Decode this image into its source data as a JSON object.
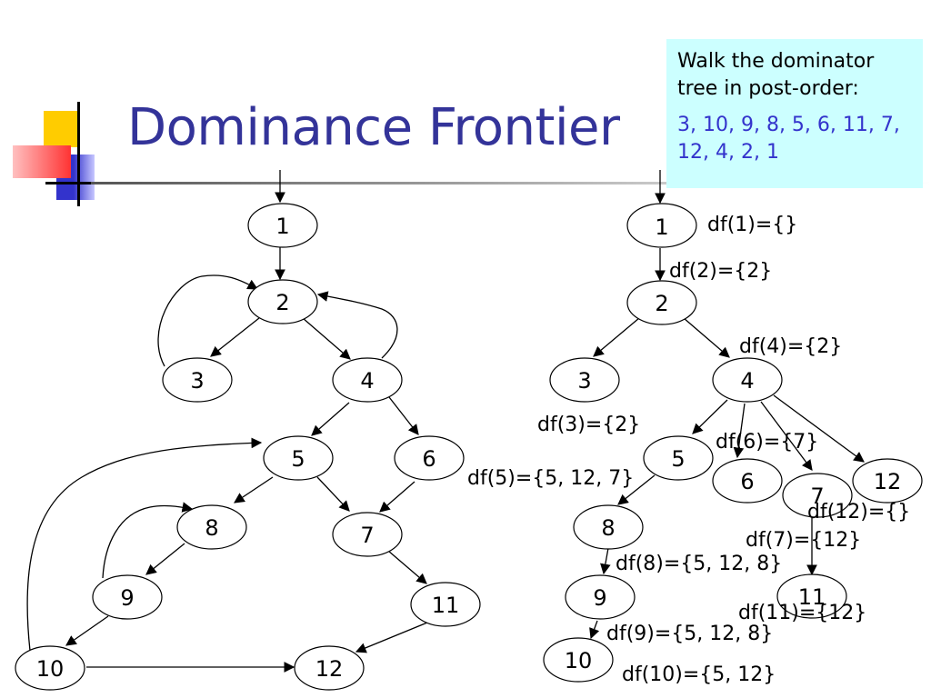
{
  "title": "Dominance Frontier",
  "note": {
    "heading": "Walk the dominator tree in post-order:",
    "order": "3, 10, 9, 8, 5, 6, 11, 7, 12, 4, 2, 1"
  },
  "colors": {
    "title": "#333399",
    "note_background": "#ccffff",
    "note_order_text": "#3333cc",
    "deco_yellow": "#ffcc00",
    "deco_red": "#ff3333",
    "deco_blue": "#3333cc"
  },
  "cfg": {
    "nodes": [
      "1",
      "2",
      "3",
      "4",
      "5",
      "6",
      "7",
      "8",
      "9",
      "10",
      "11",
      "12"
    ]
  },
  "dominator_tree": {
    "nodes": [
      "1",
      "2",
      "3",
      "4",
      "5",
      "6",
      "7",
      "8",
      "9",
      "10",
      "11",
      "12"
    ],
    "df_labels": [
      "df(1)={}",
      "df(2)={2}",
      "df(4)={2}",
      "df(3)={2}",
      "df(6)={7}",
      "df(5)={5, 12, 7}",
      "df(12)={}",
      "df(7)={12}",
      "df(8)={5, 12, 8}",
      "df(11)={12}",
      "df(9)={5, 12, 8}",
      "df(10)={5, 12}"
    ]
  }
}
